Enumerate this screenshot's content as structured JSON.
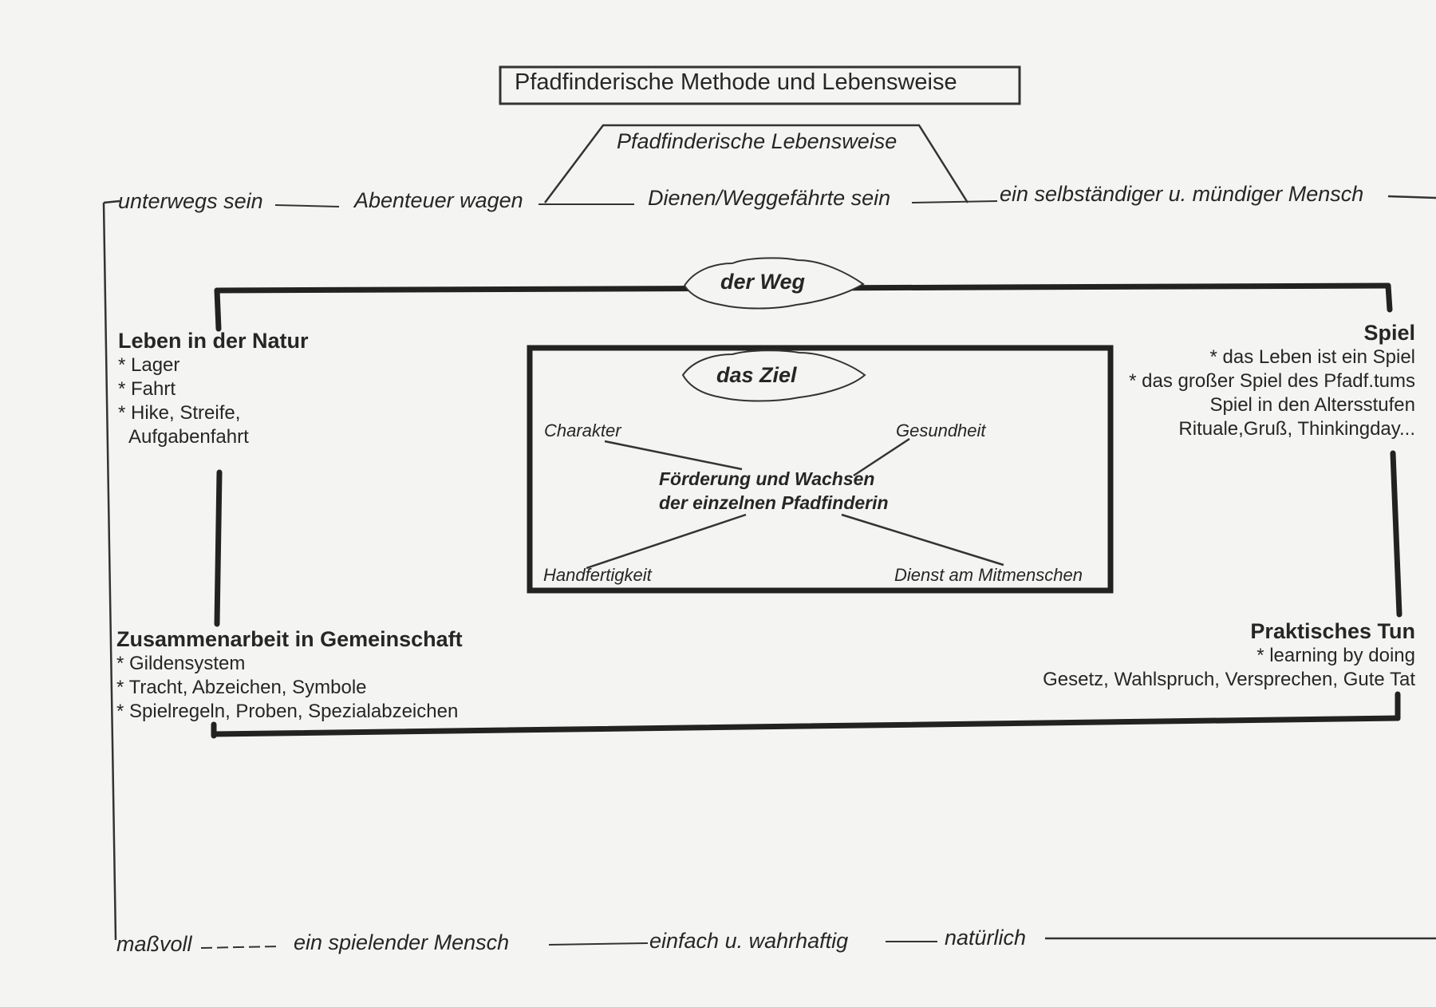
{
  "title": "Pfadfinderische Methode und Lebensweise",
  "lebensweise": "Pfadfinderische Lebensweise",
  "top_chain": [
    "unterwegs sein",
    "Abenteuer wagen",
    "Dienen/Weggefährte sein",
    "ein selbständiger u. mündiger Mensch"
  ],
  "bottom_chain": [
    "maßvoll",
    "ein spielender Mensch",
    "einfach u. wahrhaftig",
    "natürlich"
  ],
  "weg": "der Weg",
  "ziel": "das Ziel",
  "center": [
    "Förderung und Wachsen",
    "der einzelnen Pfadfinderin"
  ],
  "corners": [
    "Charakter",
    "Gesundheit",
    "Handfertigkeit",
    "Dienst am Mitmenschen"
  ],
  "natur": {
    "heading": "Leben in der Natur",
    "items": [
      "* Lager",
      "* Fahrt",
      "* Hike, Streife,",
      "Aufgabenfahrt"
    ]
  },
  "spiel": {
    "heading": "Spiel",
    "items": [
      "* das Leben ist ein Spiel",
      "* das großer Spiel des Pfadf.tums",
      "Spiel in den Altersstufen",
      "Rituale,Gruß, Thinkingday..."
    ]
  },
  "gemeinschaft": {
    "heading": "Zusammenarbeit in Gemeinschaft",
    "items": [
      "* Gildensystem",
      "* Tracht, Abzeichen, Symbole",
      "* Spielregeln, Proben, Spezialabzeichen"
    ]
  },
  "tun": {
    "heading": "Praktisches Tun",
    "items": [
      "* learning by doing",
      "Gesetz, Wahlspruch, Versprechen, Gute Tat"
    ]
  }
}
